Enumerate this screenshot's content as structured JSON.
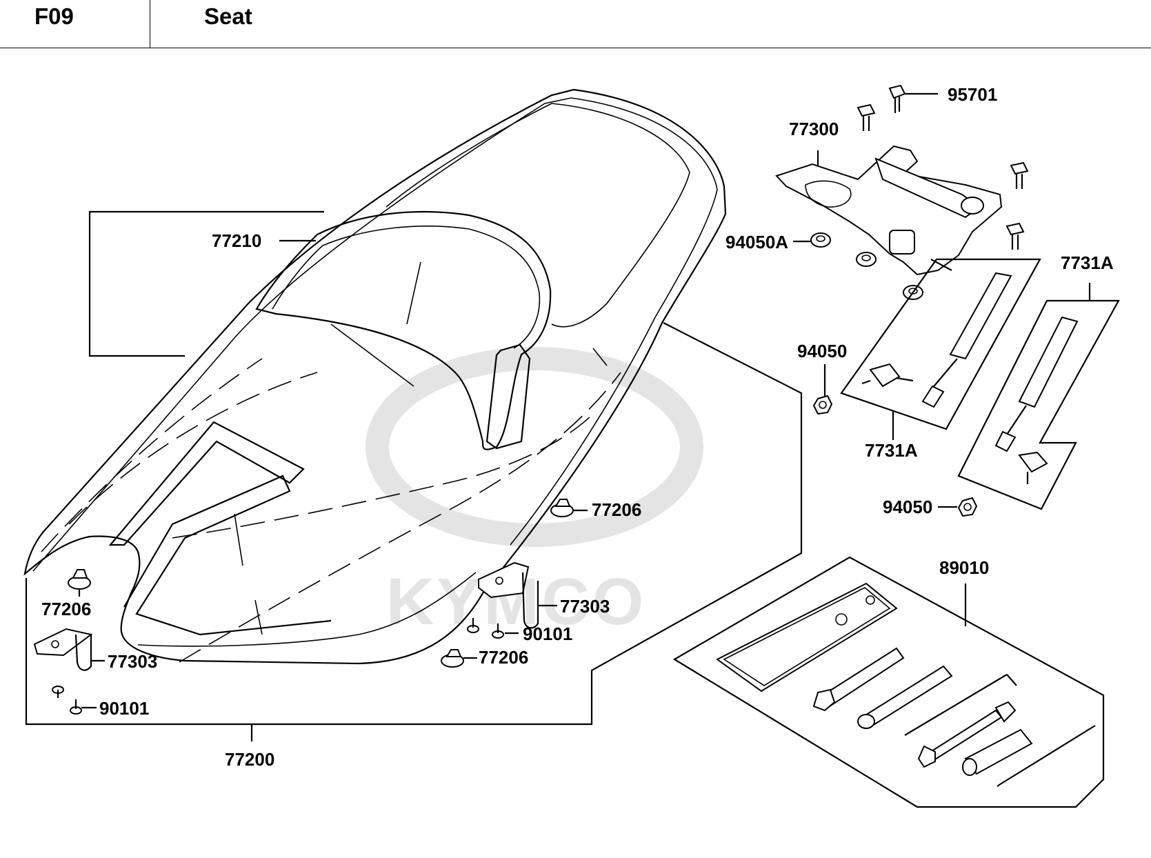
{
  "header": {
    "code": "F09",
    "title": "Seat"
  },
  "watermark": {
    "brand": "KYMCO",
    "color": "#e4e4e4"
  },
  "callouts": {
    "c77210": "77210",
    "c77300": "77300",
    "c95701": "95701",
    "c94050A": "94050A",
    "c7731A_right": "7731A",
    "c7731A_left": "7731A",
    "c94050_top": "94050",
    "c94050_bottom": "94050",
    "c77206_mid": "77206",
    "c77206_left": "77206",
    "c77206_low": "77206",
    "c77303_left": "77303",
    "c77303_mid": "77303",
    "c90101_left": "90101",
    "c90101_mid": "90101",
    "c89010": "89010",
    "c77200": "77200"
  }
}
